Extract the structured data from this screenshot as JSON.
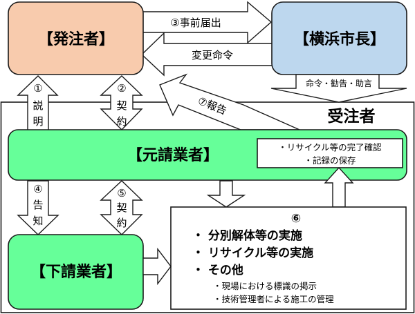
{
  "colors": {
    "client_fill": "#f8cbad",
    "mayor_fill": "#bdd7ee",
    "contractor_fill": "#66ff99",
    "stroke": "#1a1a1a",
    "white": "#ffffff"
  },
  "nodes": {
    "client": "【発注者】",
    "mayor": "【横浜市長】",
    "prime_contractor": "【元請業者】",
    "subcontractor": "【下請業者】",
    "contractor_group": "受注者"
  },
  "arrows": {
    "advance_notice": "③事前届出",
    "change_order": "変更命令",
    "orders": "命令・勧告・助言",
    "report": "⑦報告",
    "explain": {
      "num": "①",
      "chars": [
        "説",
        "明"
      ]
    },
    "contract_upper": {
      "num": "②",
      "chars": [
        "契",
        "約"
      ]
    },
    "notify": {
      "num": "④",
      "chars": [
        "告",
        "知"
      ]
    },
    "contract_lower": {
      "num": "⑤",
      "chars": [
        "契",
        "約"
      ]
    }
  },
  "confirm_box": {
    "lines": [
      "・リサイクル等の完了確認",
      "・記録の保存"
    ]
  },
  "tasks_box": {
    "number": "⑥",
    "main_items": [
      "・ 分別解体等の実施",
      "・ リサイクル等の実施",
      "・ その他"
    ],
    "sub_items": [
      "・現場における標識の掲示",
      "・技術管理者による施工の管理"
    ]
  }
}
